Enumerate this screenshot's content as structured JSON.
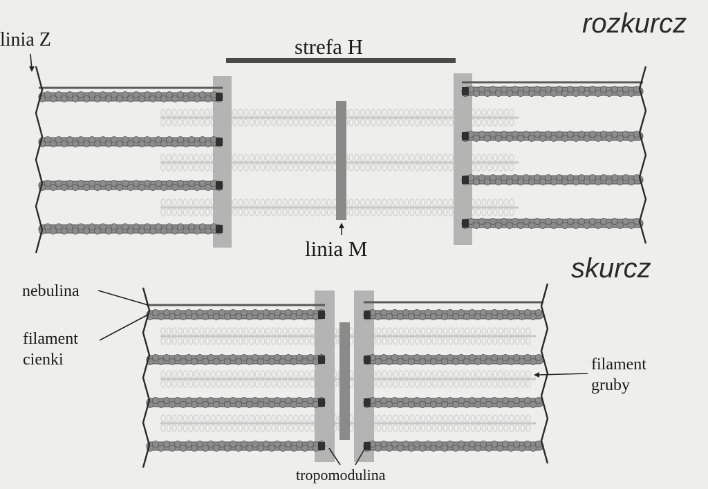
{
  "states": {
    "relaxed": "rozkurcz",
    "contracted": "skurcz"
  },
  "labels": {
    "z_line": "linia Z",
    "h_zone": "strefa H",
    "m_line": "linia M",
    "nebulin": "nebulina",
    "thin_filament_1": "filament",
    "thin_filament_2": "cienki",
    "thick_filament_1": "filament",
    "thick_filament_2": "gruby",
    "tropomodulin": "tropomodulina"
  },
  "colors": {
    "background": "#eeeeec",
    "actin": "#8c8c8c",
    "actin_outline": "#555555",
    "actin_cap": "#303030",
    "z_disc_band": "#b4b4b4",
    "m_line": "#8a8a8a",
    "h_zone_bar": "#4a4a4a",
    "nebulin": "#5a5a5a",
    "thick_filament": "#d4d4d4",
    "z_line": "#2a2a2a"
  }
}
